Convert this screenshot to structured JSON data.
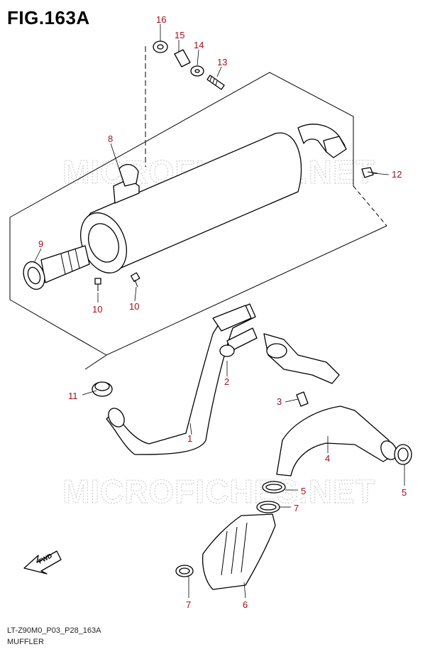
{
  "figure": {
    "title": "FIG.163A",
    "code": "LT-Z90M0_P03_P28_163A",
    "name": "MUFFLER",
    "watermark": "MICROFICHES.NET",
    "fwd_label": "FWD",
    "callout_color": "#a0101a"
  },
  "callouts": {
    "p1": "1",
    "p2": "2",
    "p3": "3",
    "p4": "4",
    "p5a": "5",
    "p5b": "5",
    "p6": "6",
    "p7a": "7",
    "p7b": "7",
    "p8": "8",
    "p9": "9",
    "p10a": "10",
    "p10b": "10",
    "p11": "11",
    "p12": "12",
    "p13": "13",
    "p14": "14",
    "p15": "15",
    "p16": "16"
  }
}
